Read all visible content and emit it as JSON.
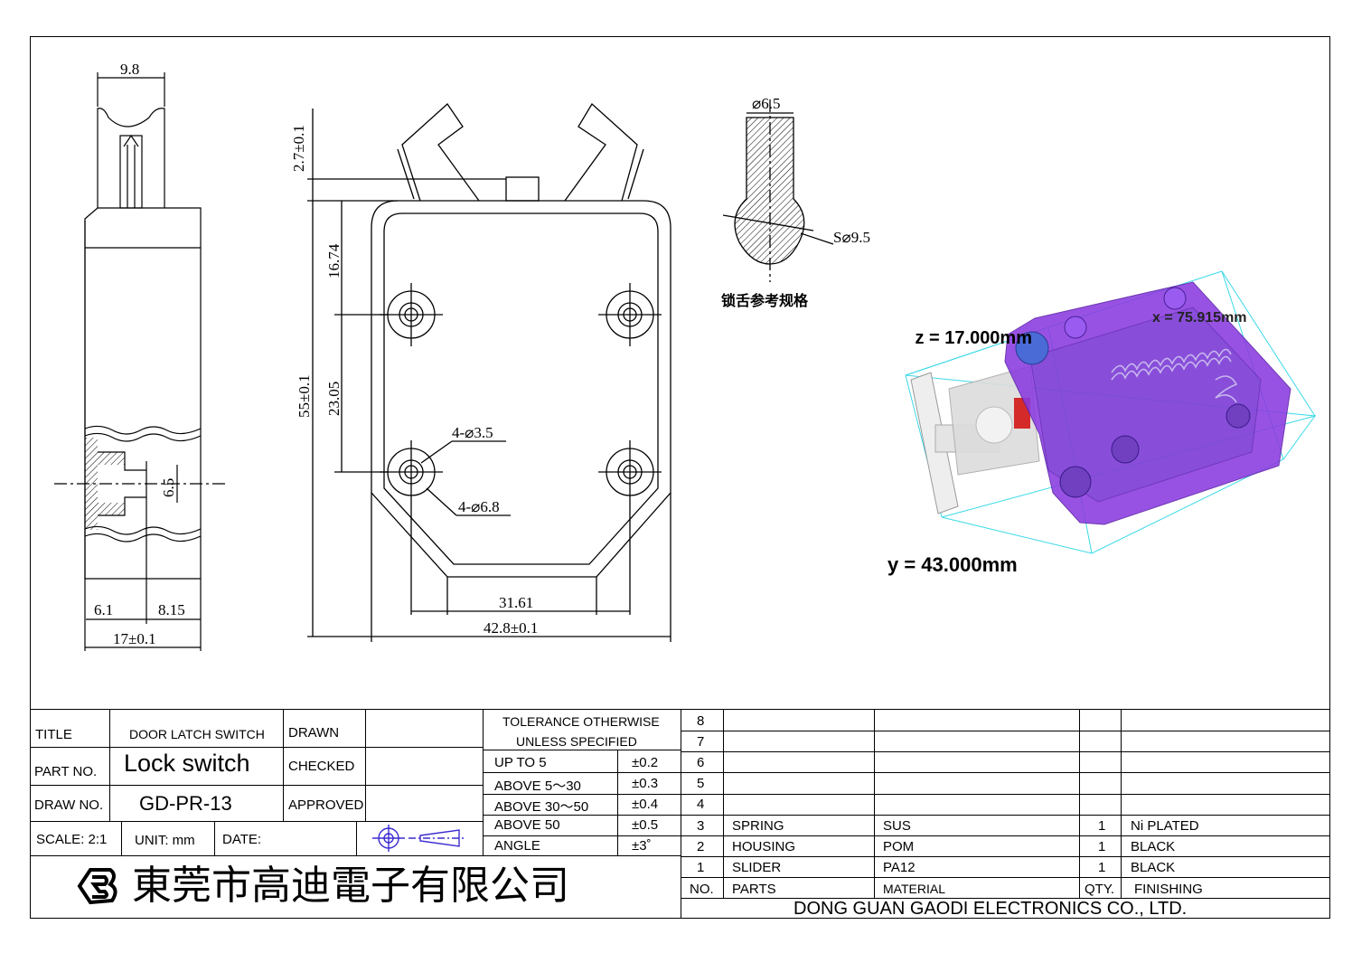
{
  "views": {
    "side": {
      "top_width": "9.8",
      "hole_dia": "6.5",
      "left_part": "6.1",
      "right_part": "8.15",
      "total_depth": "17±0.1"
    },
    "front": {
      "latch_height": "2.7±0.1",
      "upper_spacing": "16.74",
      "total_height": "55±0.1",
      "hole_spacing": "23.05",
      "through_hole": "4-⌀3.5",
      "counter_bore": "4-⌀6.8",
      "bottom_width": "31.61",
      "total_width": "42.8±0.1"
    },
    "tongue": {
      "dia": "⌀6.5",
      "sphere": "S⌀9.5",
      "caption": "锁舌参考规格"
    }
  },
  "model3d": {
    "x": "x = 75.915mm",
    "y": "y = 43.000mm",
    "z": "z = 17.000mm"
  },
  "title_block": {
    "title_label": "TITLE",
    "title_value": "DOOR LATCH SWITCH",
    "part_label": "PART NO.",
    "part_value": "Lock switch",
    "draw_label": "DRAW NO.",
    "draw_value": "GD-PR-13",
    "drawn": "DRAWN",
    "checked": "CHECKED",
    "approved": "APPROVED",
    "scale": "SCALE: 2:1",
    "unit": "UNIT: mm",
    "date": "DATE:",
    "company_cn": "東莞市高迪電子有限公司"
  },
  "tolerance": {
    "header1": "TOLERANCE OTHERWISE",
    "header2": "UNLESS SPECIFIED",
    "rows": [
      {
        "range": "UP TO 5",
        "tol": "±0.2"
      },
      {
        "range": "ABOVE 5～30",
        "tol": "±0.3"
      },
      {
        "range": "ABOVE 30～50",
        "tol": "±0.4"
      },
      {
        "range": "ABOVE 50",
        "tol": "±0.5"
      },
      {
        "range": "ANGLE",
        "tol": "±3˚"
      }
    ]
  },
  "bom": {
    "rows": [
      {
        "no": "8",
        "part": "",
        "material": "",
        "qty": "",
        "finish": ""
      },
      {
        "no": "7",
        "part": "",
        "material": "",
        "qty": "",
        "finish": ""
      },
      {
        "no": "6",
        "part": "",
        "material": "",
        "qty": "",
        "finish": ""
      },
      {
        "no": "5",
        "part": "",
        "material": "",
        "qty": "",
        "finish": ""
      },
      {
        "no": "4",
        "part": "",
        "material": "",
        "qty": "",
        "finish": ""
      },
      {
        "no": "3",
        "part": "SPRING",
        "material": "SUS",
        "qty": "1",
        "finish": "Ni PLATED"
      },
      {
        "no": "2",
        "part": "HOUSING",
        "material": "POM",
        "qty": "1",
        "finish": "BLACK"
      },
      {
        "no": "1",
        "part": "SLIDER",
        "material": "PA12",
        "qty": "1",
        "finish": "BLACK"
      }
    ],
    "header": {
      "no": "NO.",
      "part": "PARTS",
      "material": "MATERIAL",
      "qty": "QTY.",
      "finish": "FINISHING"
    },
    "company_en": "DONG GUAN GAODI ELECTRONICS CO., LTD."
  }
}
